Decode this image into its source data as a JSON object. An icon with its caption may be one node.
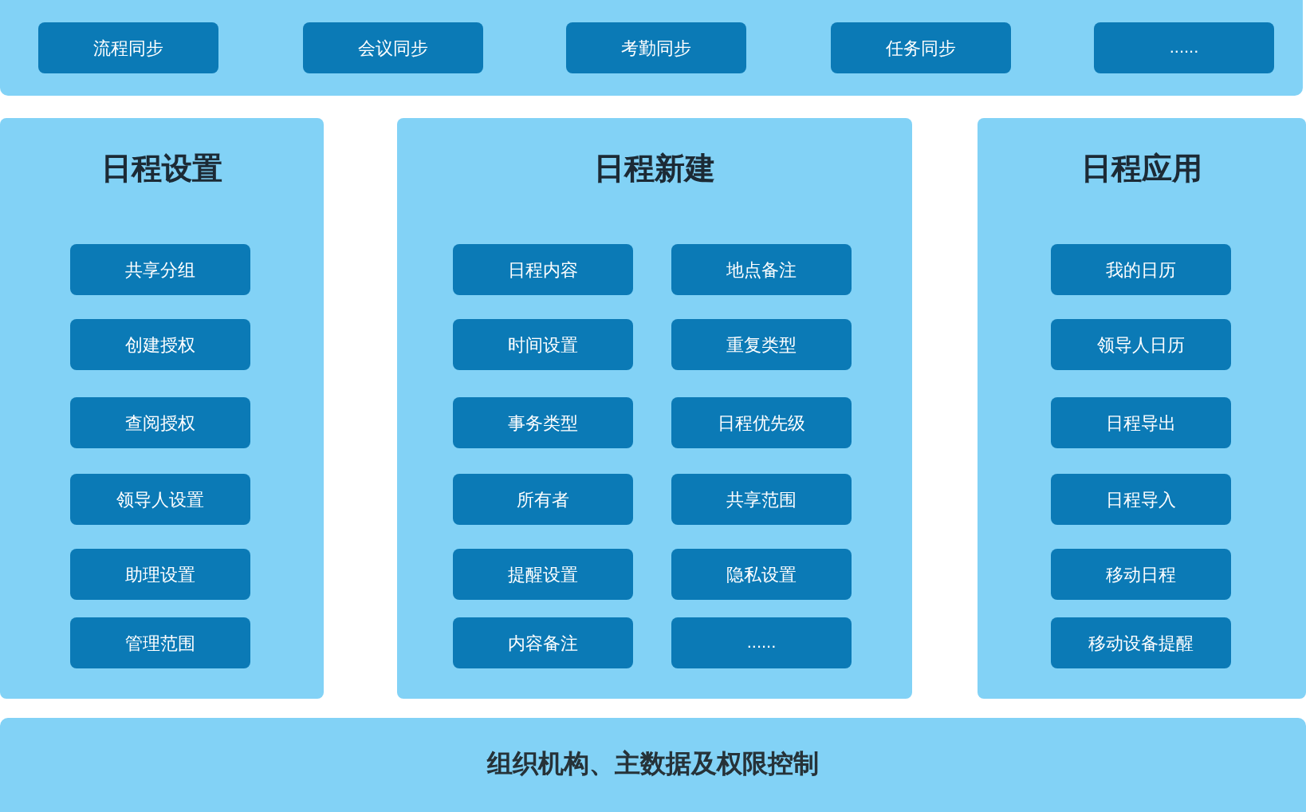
{
  "diagram": {
    "nodes": [
      {
        "text": [],
        "shape": "box"
      },
      {
        "text": [
          "流程同步"
        ],
        "in": 0
      },
      {
        "text": [
          "会议同步"
        ],
        "in": 0
      },
      {
        "text": [
          "考勤同步"
        ],
        "in": 0
      },
      {
        "text": [
          "任务同步"
        ],
        "in": 0
      },
      {
        "text": [
          "......"
        ],
        "in": 0
      },
      {
        "text": [
          "日程设置"
        ]
      },
      {
        "text": [
          "共享分组"
        ],
        "in": 6
      },
      {
        "text": [
          "创建授权"
        ],
        "in": 6
      },
      {
        "text": [
          "查阅授权"
        ],
        "in": 6
      },
      {
        "text": [
          "领导人设置"
        ],
        "in": 6
      },
      {
        "text": [
          "助理设置"
        ],
        "in": 6
      },
      {
        "text": [
          "管理范围"
        ],
        "in": 6
      },
      {
        "text": [
          "日程新建"
        ]
      },
      {
        "text": [
          "日程内容"
        ],
        "in": 13
      },
      {
        "text": [
          "地点备注"
        ],
        "in": 13
      },
      {
        "text": [
          "时间设置"
        ],
        "in": 13
      },
      {
        "text": [
          "重复类型"
        ],
        "in": 13
      },
      {
        "text": [
          "事务类型"
        ],
        "in": 13
      },
      {
        "text": [
          "日程优先级"
        ],
        "in": 13
      },
      {
        "text": [
          "所有者"
        ],
        "in": 13
      },
      {
        "text": [
          "共享范围"
        ],
        "in": 13
      },
      {
        "text": [
          "提醒设置"
        ],
        "in": 13
      },
      {
        "text": [
          "隐私设置"
        ],
        "in": 13
      },
      {
        "text": [
          "内容备注"
        ],
        "in": 13
      },
      {
        "text": [
          "......"
        ],
        "in": 13
      },
      {
        "text": [
          "日程应用"
        ]
      },
      {
        "text": [
          "我的日历"
        ],
        "in": 26
      },
      {
        "text": [
          "领导人日历"
        ],
        "in": 26
      },
      {
        "text": [
          "日程导出"
        ],
        "in": 26
      },
      {
        "text": [
          "日程导入"
        ],
        "in": 26
      },
      {
        "text": [
          "移动日程"
        ],
        "in": 26
      },
      {
        "text": [
          "移动设备提醒"
        ],
        "in": 26
      },
      {
        "text": [
          "组织机构、主数据及权限控制"
        ]
      }
    ]
  }
}
